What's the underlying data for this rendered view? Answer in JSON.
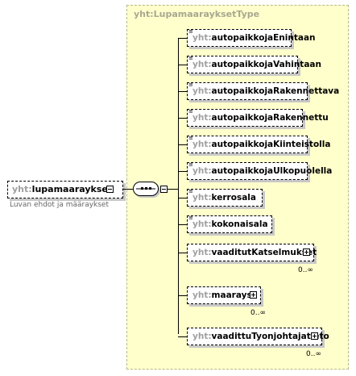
{
  "type_name": "yht:LupamaarayksetType",
  "root": {
    "ns": "yht:",
    "name": "lupamaaraykset",
    "description": "Luvan ehdot ja määraykset"
  },
  "elements": [
    {
      "ns": "yht:",
      "name": "autopaikkojaEnintaan",
      "attr": true
    },
    {
      "ns": "yht:",
      "name": "autopaikkojaVahintaan",
      "attr": true
    },
    {
      "ns": "yht:",
      "name": "autopaikkojaRakennettava",
      "attr": true
    },
    {
      "ns": "yht:",
      "name": "autopaikkojaRakennettu",
      "attr": true
    },
    {
      "ns": "yht:",
      "name": "autopaikkojaKiinteistolla",
      "attr": true
    },
    {
      "ns": "yht:",
      "name": "autopaikkojaUlkopuolella",
      "attr": true
    },
    {
      "ns": "yht:",
      "name": "kerrosala",
      "attr": true
    },
    {
      "ns": "yht:",
      "name": "kokonaisala",
      "attr": true
    },
    {
      "ns": "yht:",
      "name": "vaaditutKatselmukset",
      "attr": false,
      "cardinality": "0..∞"
    },
    {
      "ns": "yht:",
      "name": "maarays",
      "attr": false,
      "cardinality": "0..∞"
    },
    {
      "ns": "yht:",
      "name": "vaadittuTyonjohtajatieto",
      "attr": false,
      "cardinality": "0..∞"
    }
  ]
}
